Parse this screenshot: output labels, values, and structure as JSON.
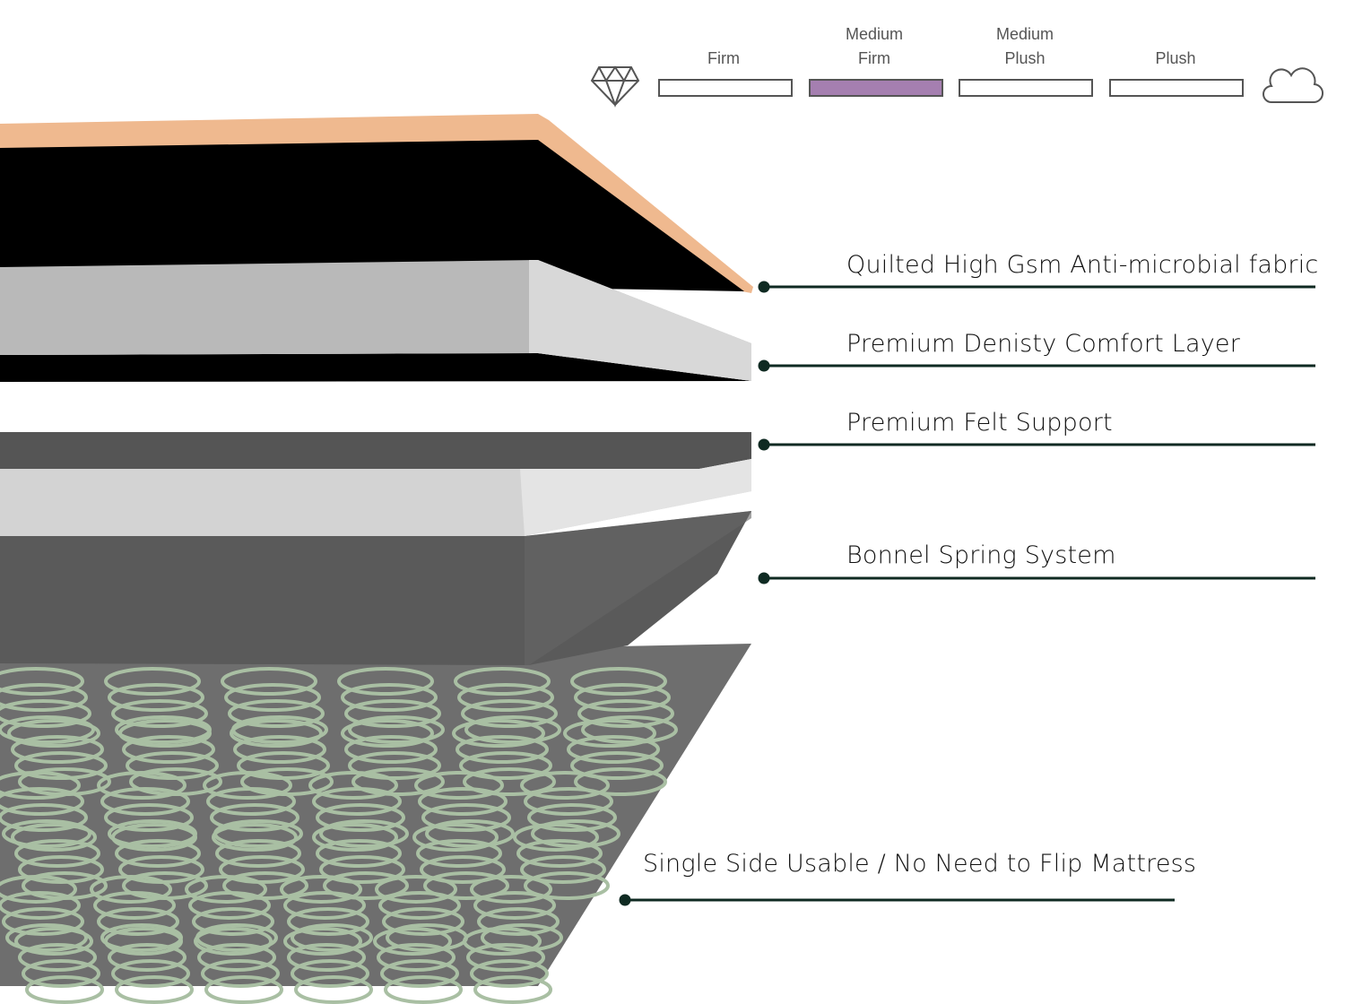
{
  "firmness_scale": {
    "levels": [
      {
        "line1": "",
        "line2": "Firm",
        "selected": false
      },
      {
        "line1": "Medium",
        "line2": "Firm",
        "selected": true
      },
      {
        "line1": "Medium",
        "line2": "Plush",
        "selected": false
      },
      {
        "line1": "",
        "line2": "Plush",
        "selected": false
      }
    ],
    "left_icon": "diamond-icon",
    "right_icon": "cloud-icon",
    "selected_color": "#a57fb0"
  },
  "layers": [
    {
      "label": "Quilted High Gsm Anti-microbial fabric"
    },
    {
      "label": "Premium Denisty Comfort Layer"
    },
    {
      "label": "Premium Felt Support"
    },
    {
      "label": "Bonnel Spring System"
    },
    {
      "label": "Single Side Usable / No Need to Flip Mattress"
    }
  ],
  "colors": {
    "fabric": "#efb98f",
    "line": "#0f2a22",
    "spring": "#a9bfa3"
  }
}
